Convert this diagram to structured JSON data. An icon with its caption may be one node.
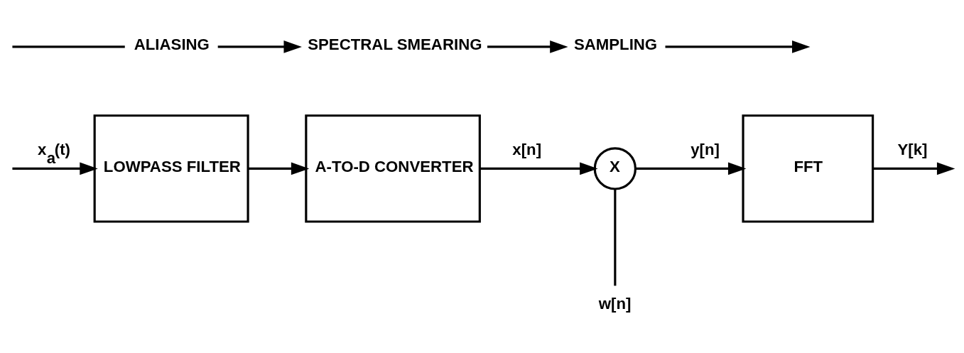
{
  "diagram": {
    "nodes": [
      {
        "text": [
          "LOWPASS FILTER"
        ]
      },
      {
        "text": [
          "A-TO-D CONVERTER"
        ]
      },
      {
        "text": [
          "X"
        ]
      },
      {
        "text": [
          "FFT"
        ]
      },
      {
        "text": [
          "w[n]"
        ]
      },
      {
        "text": [
          "ALIASING"
        ]
      },
      {
        "text": [
          "SPECTRAL SMEARING"
        ]
      },
      {
        "text": [
          "SAMPLING"
        ]
      }
    ],
    "edges": [
      {
        "from": null,
        "to": 0,
        "arrow": "to",
        "label": "x$_{a}$(t)"
      },
      {
        "from": 0,
        "to": 1,
        "arrow": "to"
      },
      {
        "from": 1,
        "to": 2,
        "arrow": "to",
        "label": "x[n]"
      },
      {
        "from": 2,
        "to": 3,
        "arrow": "to",
        "label": "y[n]"
      },
      {
        "from": 3,
        "to": null,
        "arrow": "to",
        "label": "Y[k]"
      },
      {
        "from": 4,
        "to": 2,
        "arrow": "none"
      },
      {
        "from": null,
        "to": 5,
        "arrow": "none"
      },
      {
        "from": 5,
        "to": 6,
        "arrow": "to"
      },
      {
        "from": 6,
        "to": 7,
        "arrow": "to"
      },
      {
        "from": 7,
        "to": null,
        "arrow": "to"
      }
    ]
  }
}
